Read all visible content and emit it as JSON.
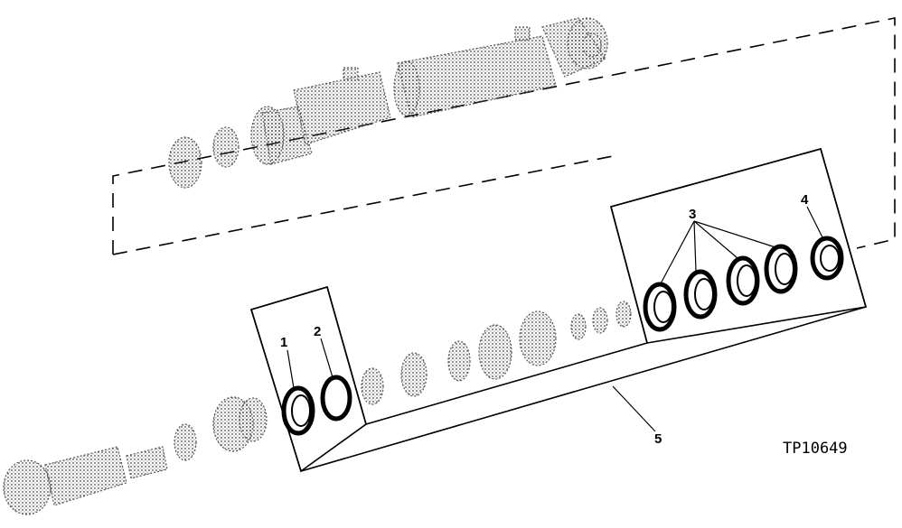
{
  "callouts": {
    "c1": "1",
    "c2": "2",
    "c3": "3",
    "c4": "4",
    "c5": "5"
  },
  "figure_id": "TP10649"
}
